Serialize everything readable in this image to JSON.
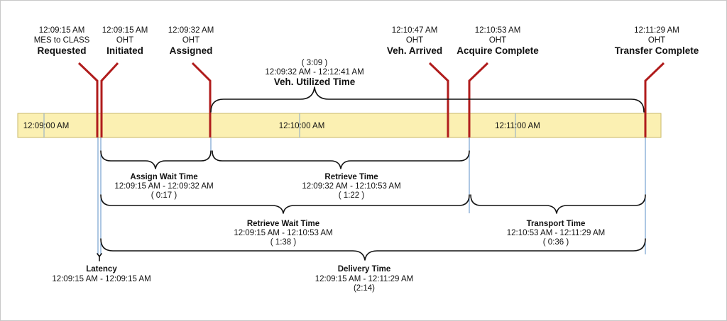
{
  "timeline": {
    "ticks": [
      {
        "label": "12:09:00 AM"
      },
      {
        "label": "12:10:00 AM"
      },
      {
        "label": "12:11:00 AM"
      }
    ]
  },
  "events": [
    {
      "id": "requested",
      "time": "12:09:15 AM",
      "sub": "MES to CLASS",
      "name": "Requested"
    },
    {
      "id": "initiated",
      "time": "12:09:15 AM",
      "sub": "OHT",
      "name": "Initiated"
    },
    {
      "id": "assigned",
      "time": "12:09:32 AM",
      "sub": "OHT",
      "name": "Assigned"
    },
    {
      "id": "veh-arrived",
      "time": "12:10:47 AM",
      "sub": "OHT",
      "name": "Veh. Arrived"
    },
    {
      "id": "acquire-complete",
      "time": "12:10:53 AM",
      "sub": "OHT",
      "name": "Acquire Complete"
    },
    {
      "id": "transfer-complete",
      "time": "12:11:29 AM",
      "sub": "OHT",
      "name": "Transfer Complete"
    }
  ],
  "spans": {
    "veh_utilized": {
      "duration": "( 3:09 )",
      "range": "12:09:32 AM - 12:12:41 AM",
      "name": "Veh. Utilized Time"
    },
    "assign_wait": {
      "name": "Assign Wait Time",
      "range": "12:09:15 AM - 12:09:32 AM",
      "duration": "( 0:17 )"
    },
    "retrieve": {
      "name": "Retrieve Time",
      "range": "12:09:32 AM - 12:10:53 AM",
      "duration": "( 1:22 )"
    },
    "retrieve_wait": {
      "name": "Retrieve Wait Time",
      "range": "12:09:15 AM - 12:10:53 AM",
      "duration": "( 1:38 )"
    },
    "transport": {
      "name": "Transport Time",
      "range": "12:10:53 AM - 12:11:29 AM",
      "duration": "( 0:36 )"
    },
    "latency": {
      "name": "Latency",
      "range": "12:09:15 AM - 12:09:15 AM"
    },
    "delivery": {
      "name": "Delivery Time",
      "range": "12:09:15 AM - 12:11:29 AM",
      "duration": "(2:14)"
    }
  },
  "colors": {
    "band": "#fbf0b2",
    "marker": "#b01c1c",
    "guide": "#5b8fc7"
  }
}
